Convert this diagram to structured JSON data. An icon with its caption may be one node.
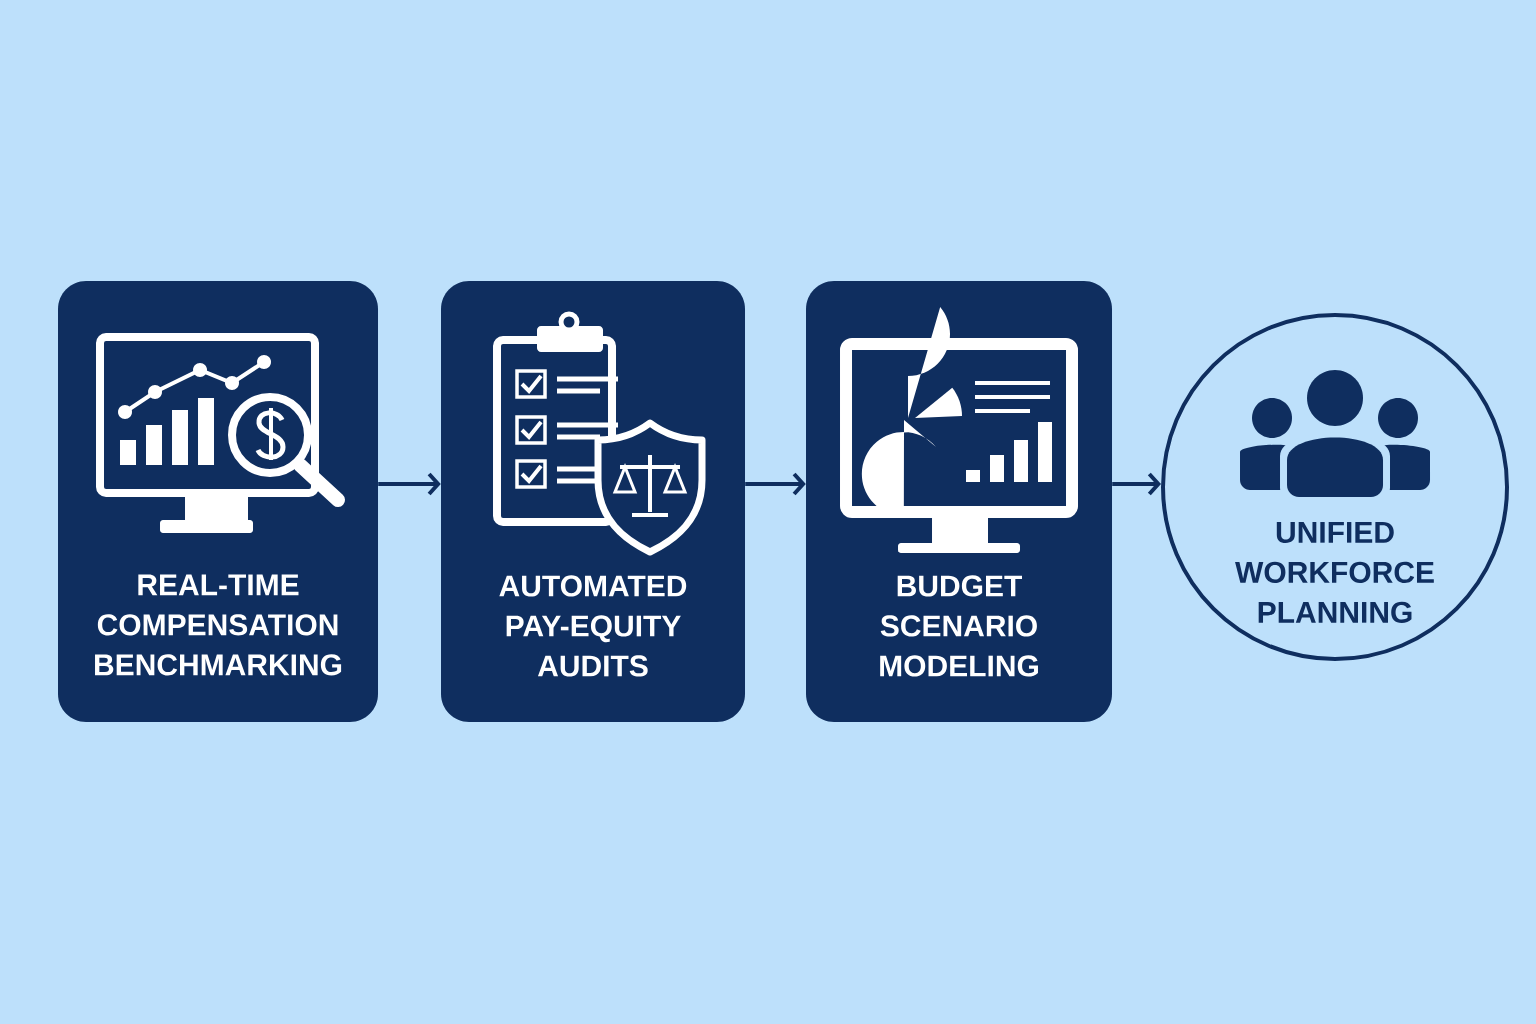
{
  "diagram": {
    "nodes": [
      {
        "text": [
          "REAL-TIME COMPENSATION BENCHMARKING"
        ]
      },
      {
        "text": [
          "AUTOMATED PAY-EQUITY AUDITS"
        ]
      },
      {
        "text": [
          "BUDGET SCENARIO MODELING"
        ]
      },
      {
        "text": [
          "UNIFIED WORKFORCE PLANNING"
        ]
      }
    ],
    "edges": [
      {
        "from": 0,
        "to": 1,
        "arrow": "to"
      },
      {
        "from": 1,
        "to": 2,
        "arrow": "to"
      },
      {
        "from": 2,
        "to": 3,
        "arrow": "to"
      }
    ]
  }
}
